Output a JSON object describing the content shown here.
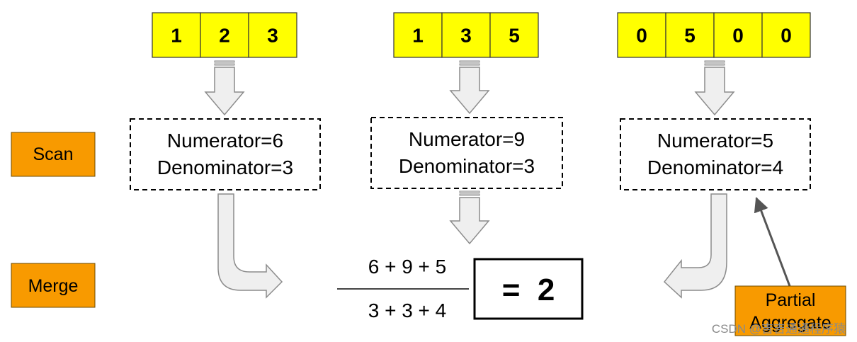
{
  "colors": {
    "cell_fill": "#ffff00",
    "label_fill": "#f89a00",
    "arrow_fill": "#efefef",
    "arrow_stroke": "#8c8c8c",
    "pointer_stroke": "#555555"
  },
  "arrays": [
    {
      "values": [
        "1",
        "2",
        "3"
      ]
    },
    {
      "values": [
        "1",
        "3",
        "5"
      ]
    },
    {
      "values": [
        "0",
        "5",
        "0",
        "0"
      ]
    }
  ],
  "partials": [
    {
      "numerator": "Numerator=6",
      "denominator": "Denominator=3"
    },
    {
      "numerator": "Numerator=9",
      "denominator": "Denominator=3"
    },
    {
      "numerator": "Numerator=5",
      "denominator": "Denominator=4"
    }
  ],
  "stages": {
    "scan": "Scan",
    "merge": "Merge"
  },
  "formula": {
    "numerator": "6 + 9 + 5",
    "denominator": "3 + 3 + 4",
    "result": "=  2"
  },
  "callout": {
    "line1": "Partial",
    "line2": "Aggregate"
  },
  "watermark": "CSDN @吉吉通通程序猿"
}
